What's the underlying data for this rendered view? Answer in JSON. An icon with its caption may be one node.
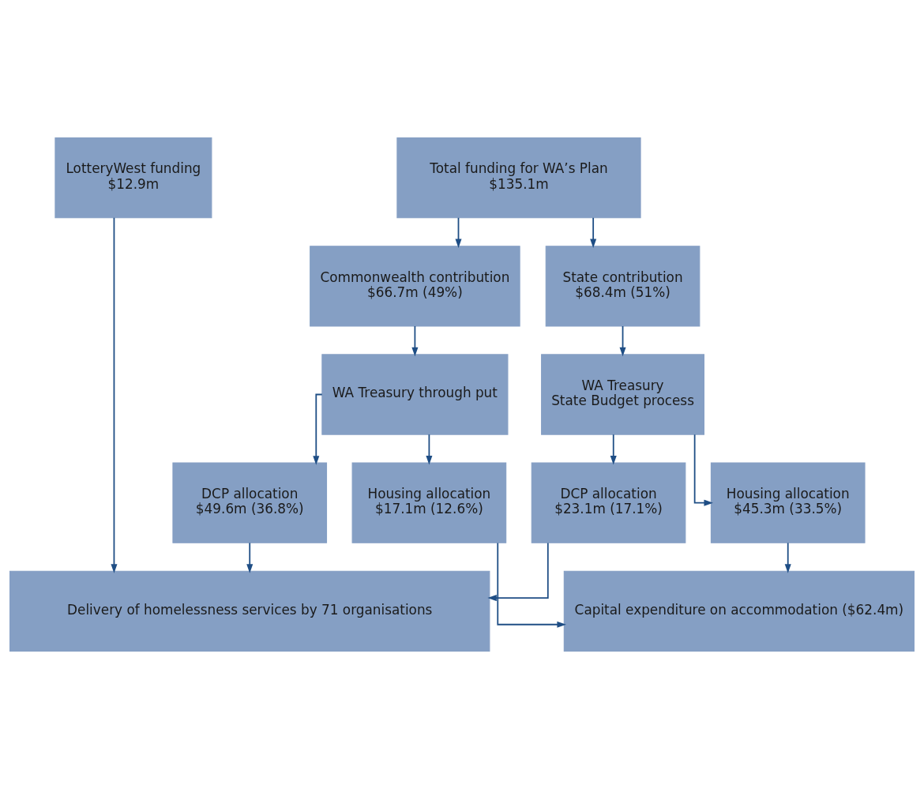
{
  "diagram": {
    "nodes": [
      {
        "text": [
          "Total funding for WA’s Plan",
          "$135.1m"
        ]
      },
      {
        "text": [
          "LotteryWest funding",
          "$12.9m"
        ]
      },
      {
        "text": [
          "Commonwealth contribution",
          "$66.7m (49%)"
        ]
      },
      {
        "text": [
          "State contribution",
          "$68.4m (51%)"
        ]
      },
      {
        "text": [
          "WA Treasury through put"
        ]
      },
      {
        "text": [
          "WA Treasury",
          "State Budget process"
        ]
      },
      {
        "text": [
          "DCP allocation",
          "$49.6m (36.8%)"
        ]
      },
      {
        "text": [
          "Housing allocation",
          "$17.1m (12.6%)"
        ]
      },
      {
        "text": [
          "Housing allocation",
          "$45.3m (33.5%)"
        ]
      },
      {
        "text": [
          "DCP allocation",
          "$23.1m (17.1%)"
        ]
      },
      {
        "text": [
          "Capital expenditure on accommodation ($62.4m)"
        ]
      },
      {
        "text": [
          "Delivery of homelessness services by 71 organisations"
        ]
      }
    ],
    "edges": [
      {
        "from": 0,
        "to": 2,
        "arrow": "to"
      },
      {
        "from": 0,
        "to": 3,
        "arrow": "to"
      },
      {
        "from": 2,
        "to": 4,
        "arrow": "to"
      },
      {
        "from": 3,
        "to": 5,
        "arrow": "to"
      },
      {
        "from": 4,
        "to": 6,
        "arrow": "to"
      },
      {
        "from": 4,
        "to": 7,
        "arrow": "to"
      },
      {
        "from": 5,
        "to": 8,
        "arrow": "to"
      },
      {
        "from": 5,
        "to": 9,
        "arrow": "to"
      },
      {
        "from": 7,
        "to": 10,
        "arrow": "to"
      },
      {
        "from": 8,
        "to": 10,
        "arrow": "to"
      },
      {
        "from": 6,
        "to": 11,
        "arrow": "to"
      },
      {
        "from": 9,
        "to": 11,
        "arrow": "to"
      },
      {
        "from": 1,
        "to": 11,
        "arrow": "to"
      }
    ]
  }
}
